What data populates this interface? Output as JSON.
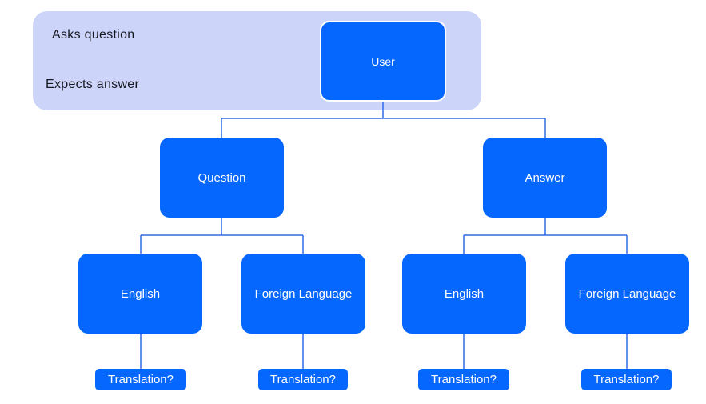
{
  "colors": {
    "node_blue": "#0667fe",
    "panel_lavender": "#ccd4fa",
    "connector_blue": "#2e6be6",
    "canvas_background": "#ffffff",
    "node_text": "#ffffff",
    "panel_text": "#15181e"
  },
  "panel": {
    "lines": [
      "Asks question",
      "Expects answer"
    ]
  },
  "nodes": {
    "user": "User",
    "question": "Question",
    "answer": "Answer",
    "question_english": "English",
    "question_foreign": "Foreign Language",
    "answer_english": "English",
    "answer_foreign": "Foreign Language"
  },
  "translations": [
    "Translation?",
    "Translation?",
    "Translation?",
    "Translation?"
  ]
}
